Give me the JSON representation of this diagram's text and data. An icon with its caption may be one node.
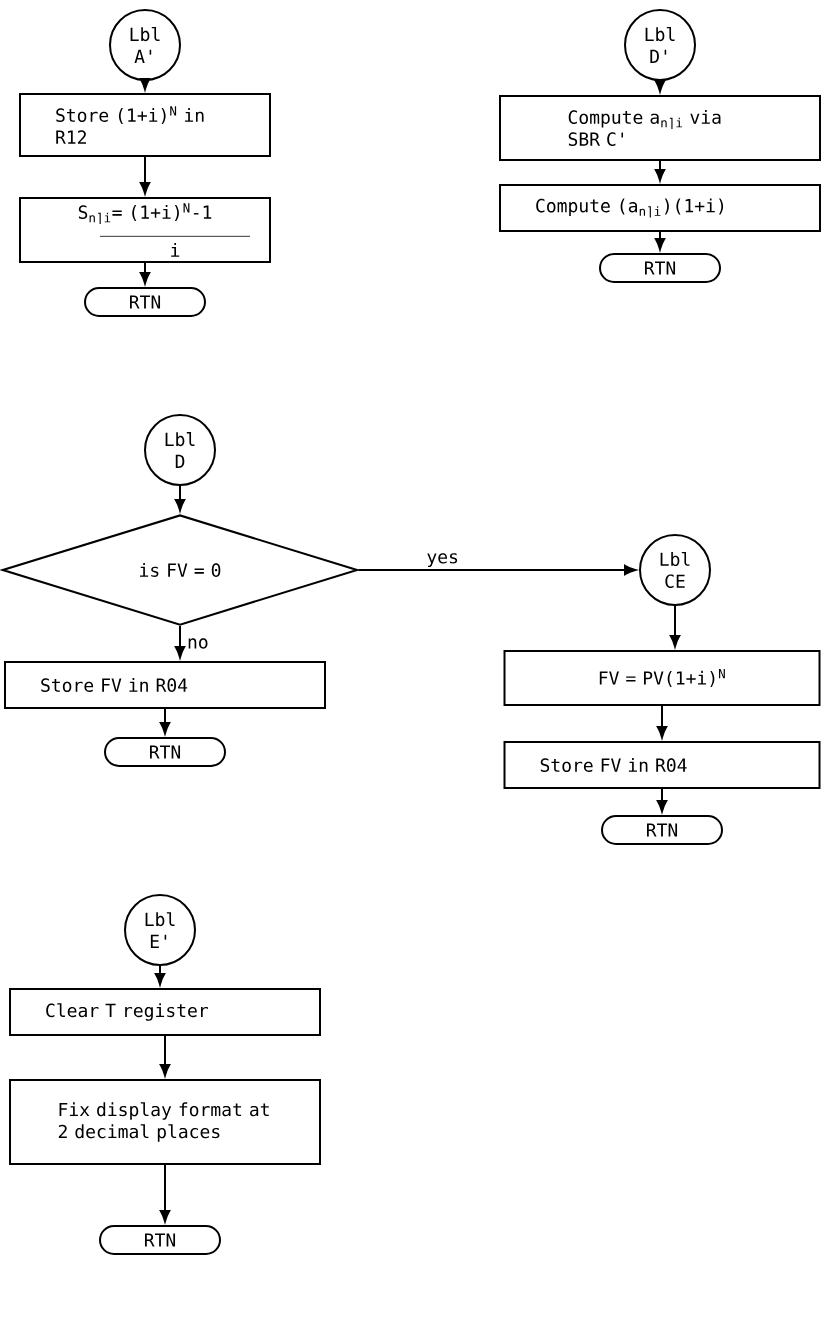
{
  "diagram": {
    "nodes": [
      {
        "text": [
          "Lbl A'"
        ]
      },
      {
        "text": [
          "Store (1+i)$^{N}$ in R12"
        ]
      },
      {
        "text": [
          "S$_{n⌉i}$= (1+i)$^{N}$-1",
          "i"
        ]
      },
      {
        "text": [
          "RTN"
        ]
      },
      {
        "text": [
          "Lbl D'"
        ]
      },
      {
        "text": [
          "Compute a$_{n⌉i}$ via SBR C'"
        ]
      },
      {
        "text": [
          "Compute (a$_{n⌉i}$)(1+i)"
        ]
      },
      {
        "text": [
          "RTN"
        ]
      },
      {
        "text": [
          "Lbl D"
        ]
      },
      {
        "text": [
          "is FV = 0"
        ]
      },
      {
        "text": [
          "Lbl CE"
        ]
      },
      {
        "text": [
          "Store FV in R04"
        ]
      },
      {
        "text": [
          "RTN"
        ]
      },
      {
        "text": [
          "FV = PV(1+i)$^{N}$"
        ]
      },
      {
        "text": [
          "Store FV in R04"
        ]
      },
      {
        "text": [
          "RTN"
        ]
      },
      {
        "text": [
          "Lbl E'"
        ]
      },
      {
        "text": [
          "Clear T register"
        ]
      },
      {
        "text": [
          "Fix display format at 2 decimal places"
        ]
      },
      {
        "text": [
          "RTN"
        ]
      }
    ],
    "edges": [
      {
        "from": 0,
        "to": 1,
        "arrow": "to"
      },
      {
        "from": 1,
        "to": 2,
        "arrow": "to"
      },
      {
        "from": 2,
        "to": 3,
        "arrow": "to"
      },
      {
        "from": 4,
        "to": 5,
        "arrow": "to"
      },
      {
        "from": 5,
        "to": 6,
        "arrow": "to"
      },
      {
        "from": 6,
        "to": 7,
        "arrow": "to"
      },
      {
        "from": 8,
        "to": 9,
        "arrow": "to"
      },
      {
        "from": 9,
        "to": 10,
        "arrow": "to",
        "label": "yes"
      },
      {
        "from": 9,
        "to": 11,
        "arrow": "to",
        "label": "no"
      },
      {
        "from": 11,
        "to": 12,
        "arrow": "to"
      },
      {
        "from": 10,
        "to": 13,
        "arrow": "to"
      },
      {
        "from": 13,
        "to": 14,
        "arrow": "to"
      },
      {
        "from": 14,
        "to": 15,
        "arrow": "to"
      },
      {
        "from": 16,
        "to": 17,
        "arrow": "to"
      },
      {
        "from": 17,
        "to": 18,
        "arrow": "to"
      },
      {
        "from": 18,
        "to": 19,
        "arrow": "to"
      }
    ]
  }
}
